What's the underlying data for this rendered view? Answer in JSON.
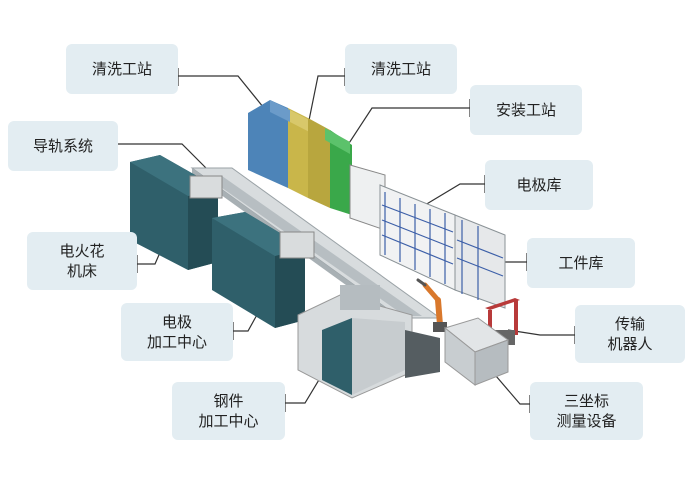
{
  "labels": {
    "cleaning_station_left": [
      "清洗工站"
    ],
    "cleaning_station_right": [
      "清洗工站"
    ],
    "assembly_station": [
      "安装工站"
    ],
    "guide_rail_system": [
      "导轨系统"
    ],
    "electrode_storage": [
      "电极库"
    ],
    "workpiece_storage": [
      "工件库"
    ],
    "edm_machine": [
      "电火花",
      "机床"
    ],
    "electrode_machining_center": [
      "电极",
      "加工中心"
    ],
    "transfer_robot": [
      "传输",
      "机器人"
    ],
    "steel_machining_center": [
      "钢件",
      "加工中心"
    ],
    "cmm_equipment": [
      "三坐标",
      "测量设备"
    ]
  },
  "colors": {
    "label_bg": "#e3edf2",
    "machine_teal": "#2f5f6a",
    "cleaning_blue": "#4d84b8",
    "cleaning_yellow": "#c9b64a",
    "cleaning_green": "#3aa84a",
    "rack_blue": "#3c5fa8",
    "robot_orange": "#d9782c",
    "robot_red": "#b83a3a"
  }
}
